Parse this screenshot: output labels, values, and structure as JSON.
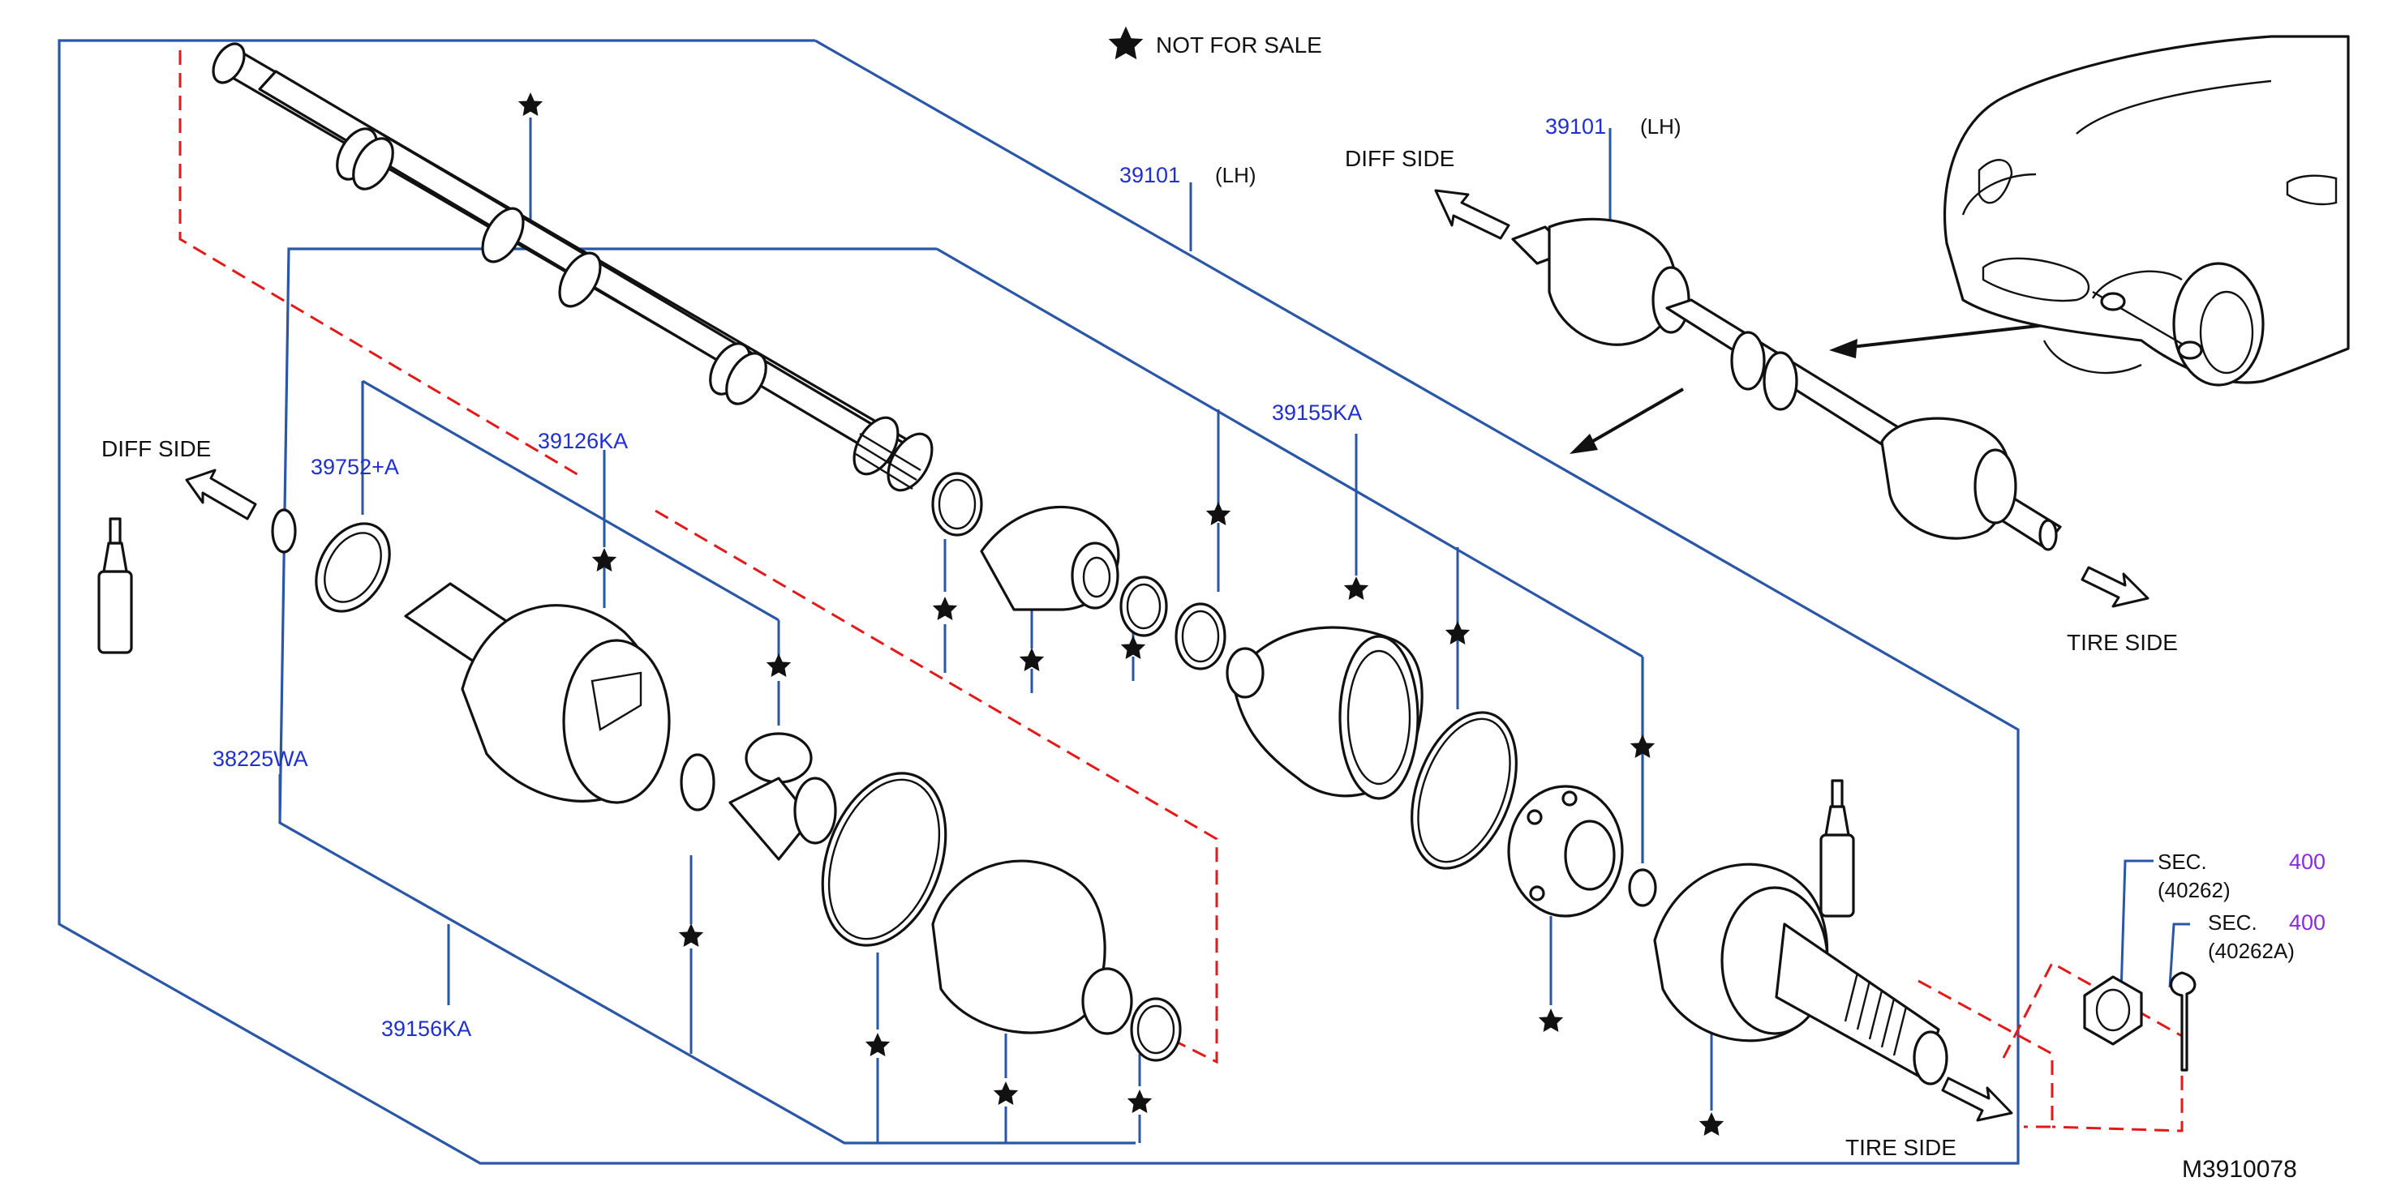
{
  "legend": {
    "star_icon": "black-star-icon",
    "text": "NOT  FOR  SALE"
  },
  "labels": {
    "part_39101_main": "39101",
    "lh_main": "(LH)",
    "part_39101_inset": "39101",
    "lh_inset": "(LH)",
    "part_39155KA": "39155KA",
    "part_39126KA": "39126KA",
    "part_39752A": "39752+A",
    "part_38225WA": "38225WA",
    "part_39156KA": "39156KA",
    "diff_side_left": "DIFF   SIDE",
    "diff_side_inset": "DIFF   SIDE",
    "tire_side_inset": "TIRE   SIDE",
    "tire_side_bottom": "TIRE   SIDE",
    "sec_prefix_1": "SEC.",
    "sec_num_1": "400",
    "sec_sub_1": "(40262)",
    "sec_prefix_2": "SEC.",
    "sec_num_2": "400",
    "sec_sub_2": "(40262A)",
    "diagram_code": "M3910078"
  },
  "colors": {
    "part_number_blue": "#1f2fd0",
    "frame_blue": "#2a56a6",
    "dashed_red": "#e31a1a",
    "section_purple": "#8a2be2",
    "line_black": "#111111"
  }
}
